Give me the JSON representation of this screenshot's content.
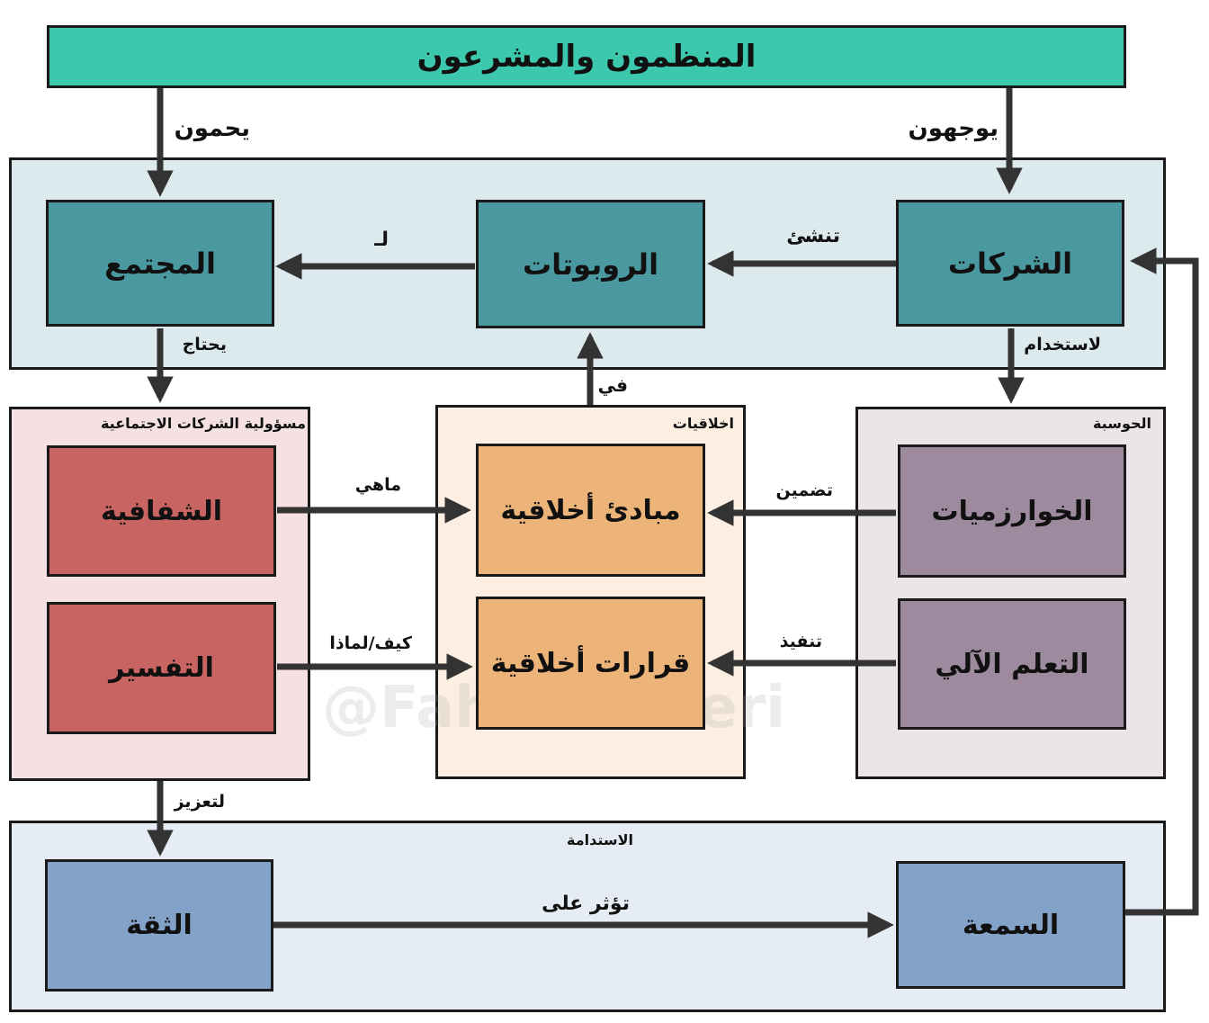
{
  "header": {
    "title": "المنظمون والمشرعون"
  },
  "groups": {
    "computing": "الحوسبة",
    "ethics": "اخلاقيات",
    "csr": "مسؤولية الشركات الاجتماعية",
    "sustainability": "الاستدامة"
  },
  "nodes": {
    "companies": "الشركات",
    "robots": "الروبوتات",
    "society": "المجتمع",
    "algorithms": "الخوارزميات",
    "machine_learning": "التعلم الآلي",
    "ethical_principles": "مبادئ أخلاقية",
    "ethical_decisions": "قرارات أخلاقية",
    "transparency": "الشفافية",
    "explanation": "التفسير",
    "trust": "الثقة",
    "reputation": "السمعة"
  },
  "edges": {
    "guide": "يوجهون",
    "protect": "يحمون",
    "create": "تنشئ",
    "for": "لـ",
    "to_use": "لاستخدام",
    "needs": "يحتاج",
    "in": "في",
    "include": "تضمين",
    "implement": "تنفيذ",
    "what_is": "ماهي",
    "how_why": "كيف/لماذا",
    "to_enhance": "لتعزيز",
    "affects": "تؤثر على"
  },
  "watermark": "@FahadAlaieri",
  "colors": {
    "header": "#3cc8ac",
    "top_band": "#dce9ed",
    "teal_box": "#4b99a0",
    "computing_bg": "#ebe4e8",
    "purple_box": "#9e8a9e",
    "ethics_bg": "#fcefe1",
    "orange_box": "#edb479",
    "csr_bg": "#f5e1e2",
    "red_box": "#c86461",
    "sustain_bg": "#e6ecf4",
    "blue_box": "#83a2c8"
  }
}
